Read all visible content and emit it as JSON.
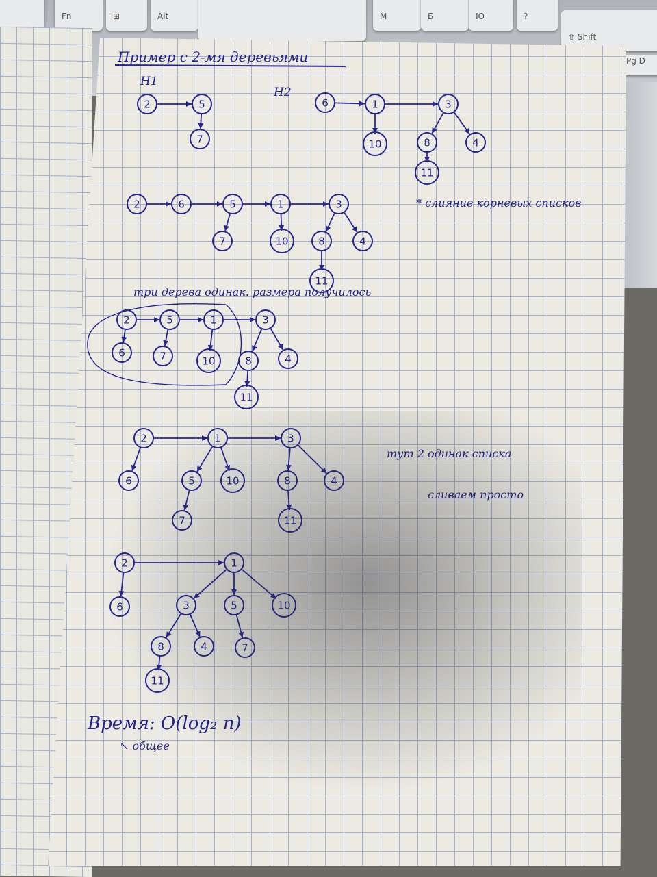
{
  "keyboard": {
    "keys": [
      {
        "id": "key-f12",
        "label": ""
      },
      {
        "id": "key-fn",
        "label": "Fn"
      },
      {
        "id": "key-win",
        "label": "⊞"
      },
      {
        "id": "key-alt",
        "label": "Alt"
      },
      {
        "id": "key-space",
        "label": ""
      },
      {
        "id": "key-m",
        "label": "М"
      },
      {
        "id": "key-comma",
        "label": "Б"
      },
      {
        "id": "key-period",
        "label": "Ю"
      },
      {
        "id": "key-slash",
        "label": "?"
      },
      {
        "id": "key-shift",
        "label": "⇧ Shift"
      },
      {
        "id": "key-pgdn",
        "label": "Pg D"
      }
    ]
  },
  "notes": {
    "title": "Пример с 2-мя деревьями",
    "label_h1": "H1",
    "label_h2": "H2",
    "note_merge": "* слияние корневых списков",
    "note_three_trees": "три дерева одинак. размера получилось",
    "note_two_same": "тут 2 одинак списка",
    "note_merge_simple": "сливаем просто",
    "time": "Время: O(log₂ n)",
    "time_note": "↖ общее"
  },
  "trees": {
    "h1": {
      "nodes": [
        "2",
        "5",
        "7"
      ]
    },
    "h2": {
      "nodes": [
        "6",
        "1",
        "3",
        "10",
        "8",
        "4",
        "11"
      ]
    },
    "merged_roots": {
      "nodes": [
        "2",
        "6",
        "5",
        "1",
        "3",
        "7",
        "10",
        "8",
        "4",
        "11"
      ]
    },
    "step_equal": {
      "nodes": [
        "2",
        "5",
        "1",
        "3",
        "6",
        "7",
        "10",
        "8",
        "4",
        "11"
      ]
    },
    "step_two": {
      "nodes": [
        "2",
        "1",
        "3",
        "6",
        "5",
        "10",
        "8",
        "4",
        "7",
        "11"
      ]
    },
    "final": {
      "nodes": [
        "2",
        "1",
        "6",
        "3",
        "5",
        "10",
        "8",
        "4",
        "7",
        "11"
      ]
    }
  },
  "colors": {
    "ink": "#26268f",
    "grid": "#a4b3c9",
    "paper": "#eceae2"
  }
}
